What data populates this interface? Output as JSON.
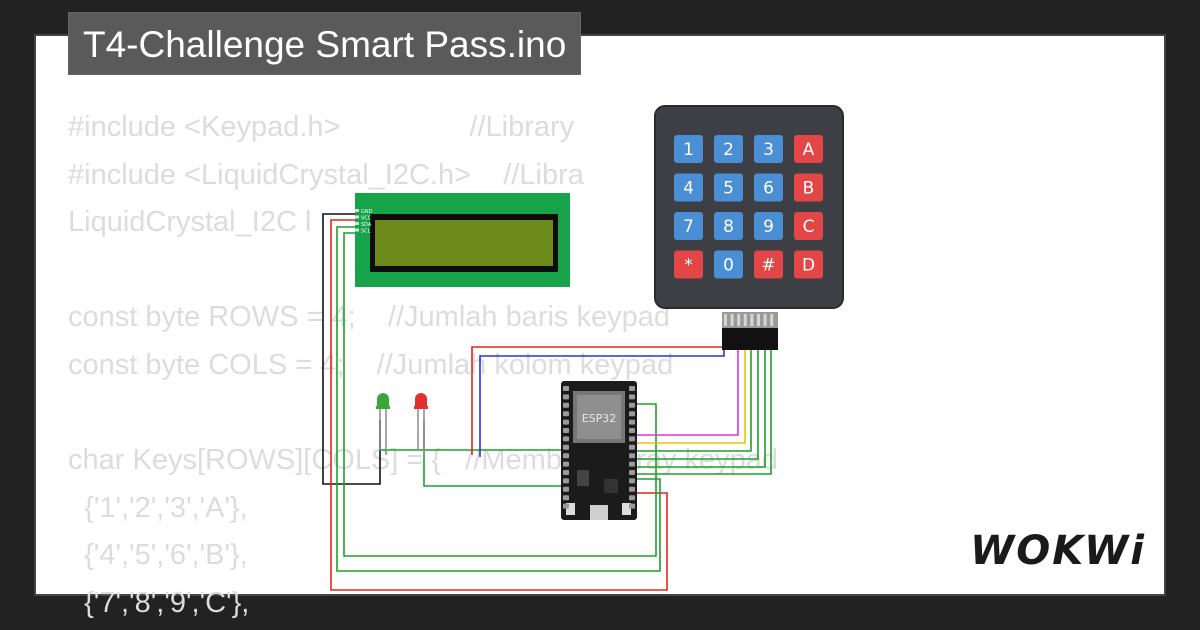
{
  "project": {
    "title": "T4-Challenge Smart Pass.ino"
  },
  "code_lines": [
    "#include <Keypad.h>                //Library",
    "#include <LiquidCrystal_I2C.h>    //Libra",
    "LiquidCrystal_I2C l                 //Alam",
    "",
    "const byte ROWS = 4;    //Jumlah baris keypad",
    "const byte COLS = 4;    //Jumlah kolom keypad",
    "",
    "char Keys[ROWS][COLS] = {   //Membuat array keypad",
    "  {'1','2','3','A'},",
    "  {'4','5','6','B'},",
    "  {'7','8','9','C'},"
  ],
  "lcd": {
    "pins": [
      "GND",
      "VCC",
      "SDA",
      "SCL"
    ]
  },
  "esp32": {
    "label": "ESP32"
  },
  "keypad": {
    "keys": [
      [
        "1",
        "2",
        "3",
        "A"
      ],
      [
        "4",
        "5",
        "6",
        "B"
      ],
      [
        "7",
        "8",
        "9",
        "C"
      ],
      [
        "*",
        "0",
        "#",
        "D"
      ]
    ],
    "colors": {
      "digit_key": "#4a8fd6",
      "letter_key": "#e24646",
      "body": "#3d3f45"
    }
  },
  "leds": [
    {
      "name": "green-led",
      "color": "#3aa53a"
    },
    {
      "name": "red-led",
      "color": "#e03030"
    }
  ],
  "brand": {
    "logo_text": "WOKWi"
  },
  "colors": {
    "background": "#222222",
    "title_bg": "#5a5a5a",
    "lcd_board": "#17a34a",
    "lcd_screen": "#6b8a1a",
    "wire_red": "#e0261e",
    "wire_black": "#111111",
    "wire_green": "#1f9e2e",
    "wire_blue": "#2233dd",
    "wire_magenta": "#dd33dd",
    "wire_yellow": "#e6c600"
  }
}
